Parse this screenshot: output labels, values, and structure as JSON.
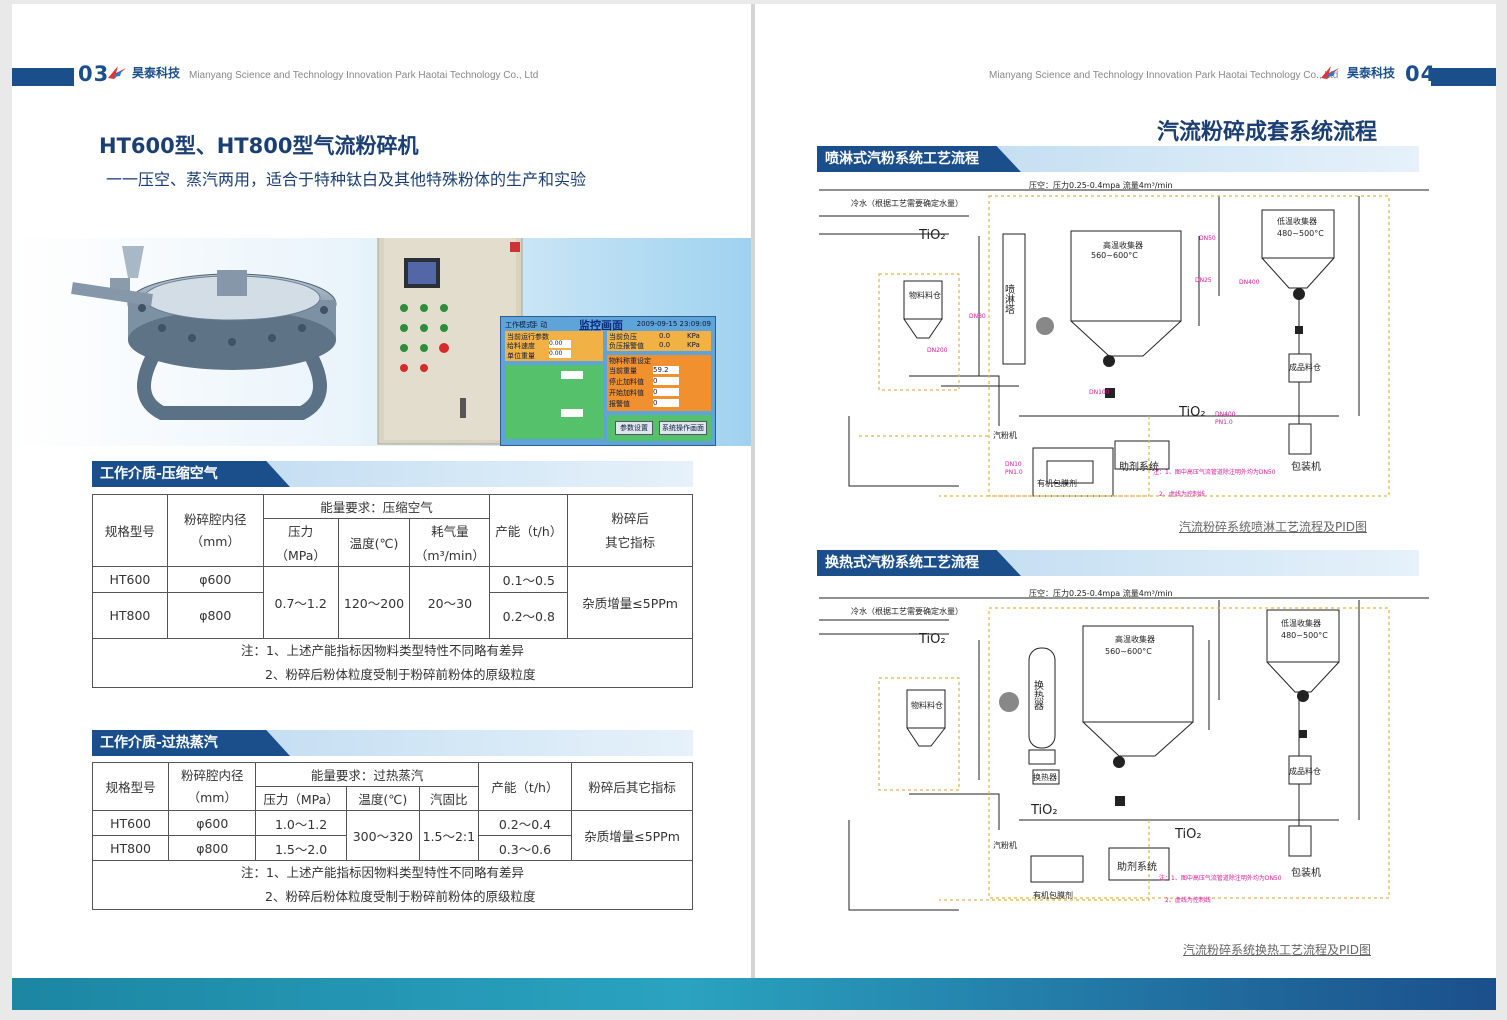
{
  "left_page": {
    "page_number": "03",
    "brand": "昊泰科技",
    "tagline": "Mianyang Science and Technology Innovation Park Haotai Technology Co., Ltd",
    "title": "HT600型、HT800型气流粉碎机",
    "subtitle": "一一压空、蒸汽两用，适合于特种钛白及其他特殊粉体的生产和实验",
    "screen": {
      "title": "监控画面",
      "mode": "工作模式：",
      "mode_val": "手 动",
      "datetime": "2009-09-15 23:09:09",
      "left_rows": [
        "当前运行参数",
        "给料速度",
        "单位重量"
      ],
      "left_vals": [
        "0.00",
        "0.00"
      ],
      "right_rows": [
        "当前负压",
        "负压报警值"
      ],
      "right_vals": [
        "0.0",
        "0.0"
      ],
      "right_unit": "KPa",
      "mid_rows": [
        "物料称重设定",
        "当前重量",
        "停止加料值",
        "开始加料值",
        "报警值"
      ],
      "mid_vals": [
        "59.2",
        "0",
        "0",
        "0"
      ],
      "buttons": [
        "参数设置",
        "系统操作画面"
      ]
    },
    "section_air": {
      "label": "工作介质-压缩空气",
      "headers": {
        "model": "规格型号",
        "diameter": "粉碎腔内径",
        "diameter_unit": "（mm）",
        "energy": "能量要求：压缩空气",
        "pressure": "压力",
        "pressure_unit": "（MPa）",
        "temp": "温度(℃)",
        "consumption": "耗气量",
        "consumption_unit": "（m³/min）",
        "capacity": "产能（t/h）",
        "other": "粉碎后",
        "other2": "其它指标"
      },
      "rows": [
        {
          "model": "HT600",
          "diameter": "φ600",
          "capacity": "0.1～0.5"
        },
        {
          "model": "HT800",
          "diameter": "φ800",
          "capacity": "0.2～0.8"
        }
      ],
      "pressure": "0.7～1.2",
      "temp": "120～200",
      "consumption": "20～30",
      "other": "杂质增量≤5PPm",
      "note1": "注：1、上述产能指标因物料类型特性不同略有差异",
      "note2": "2、粉碎后粉体粒度受制于粉碎前粉体的原级粒度"
    },
    "section_steam": {
      "label": "工作介质-过热蒸汽",
      "headers": {
        "model": "规格型号",
        "diameter": "粉碎腔内径",
        "diameter_unit": "（mm）",
        "energy": "能量要求：过热蒸汽",
        "pressure": "压力（MPa）",
        "temp": "温度(℃)",
        "ratio": "汽固比",
        "capacity": "产能（t/h）",
        "other": "粉碎后其它指标"
      },
      "rows": [
        {
          "model": "HT600",
          "diameter": "φ600",
          "pressure": "1.0～1.2",
          "capacity": "0.2～0.4"
        },
        {
          "model": "HT800",
          "diameter": "φ800",
          "pressure": "1.5～2.0",
          "capacity": "0.3～0.6"
        }
      ],
      "temp": "300～320",
      "ratio": "1.5～2:1",
      "other": "杂质增量≤5PPm",
      "note1": "注：1、上述产能指标因物料类型特性不同略有差异",
      "note2": "2、粉碎后粉体粒度受制于粉碎前粉体的原级粒度"
    }
  },
  "right_page": {
    "page_number": "04",
    "brand": "昊泰科技",
    "tagline": "Mianyang Science and Technology Innovation Park Haotai Technology Co., Ltd",
    "title": "汽流粉碎成套系统流程",
    "spray": {
      "label": "喷淋式汽粉系统工艺流程",
      "top_text": "压空：压力0.25-0.4mpa 流量4m³/min",
      "water": "冷水（根据工艺需要确定水量）",
      "tio2": "TiO₂",
      "tio2_2": "TiO₂",
      "collector": "高温收集器",
      "collector_temp": "560~600°C",
      "tower": "喷淋塔",
      "hopper": "物料料仓",
      "jet": "汽粉机",
      "cold_collector": "低温收集器",
      "cold_temp": "480~500°C",
      "aid": "助剂系统",
      "agent": "有机包膜剂",
      "pack": "包装机",
      "product": "成品料仓",
      "dn_labels": [
        "DN80",
        "DN50",
        "DN25",
        "DN400",
        "DN200",
        "DN100",
        "DN400",
        "PN1.0",
        "DN10",
        "PN1.0"
      ],
      "note1": "注：1、图中高压气流管道除注明外均为DN50",
      "note2": "2、虚线为控制线",
      "caption": "汽流粉碎系统喷淋工艺流程及PID图"
    },
    "exchange": {
      "label": "换热式汽粉系统工艺流程",
      "top_text": "压空：压力0.25-0.4mpa 流量4m³/min",
      "water": "冷水（根据工艺需要确定水量）",
      "tio2": "TiO₂",
      "tio2_2": "TiO₂",
      "tio2_3": "TiO₂",
      "collector": "高温收集器",
      "collector_temp": "560~600°C",
      "exchanger": "换热器",
      "hopper": "物料料仓",
      "jet": "汽粉机",
      "cold_collector": "低温收集器",
      "cold_temp": "480~500°C",
      "aid": "助剂系统",
      "agent": "有机包膜剂",
      "pack": "包装机",
      "product": "成品料仓",
      "tank": "换热器",
      "note1": "注：1、图中高压气流管道除注明外均为DN50",
      "note2": "2、虚线为控制线",
      "caption": "汽流粉碎系统换热工艺流程及PID图"
    }
  },
  "colors": {
    "navy": "#1b4f8c",
    "magenta": "#d61a9c",
    "dash": "#e3b54a",
    "teal": "#2aa3c0"
  }
}
